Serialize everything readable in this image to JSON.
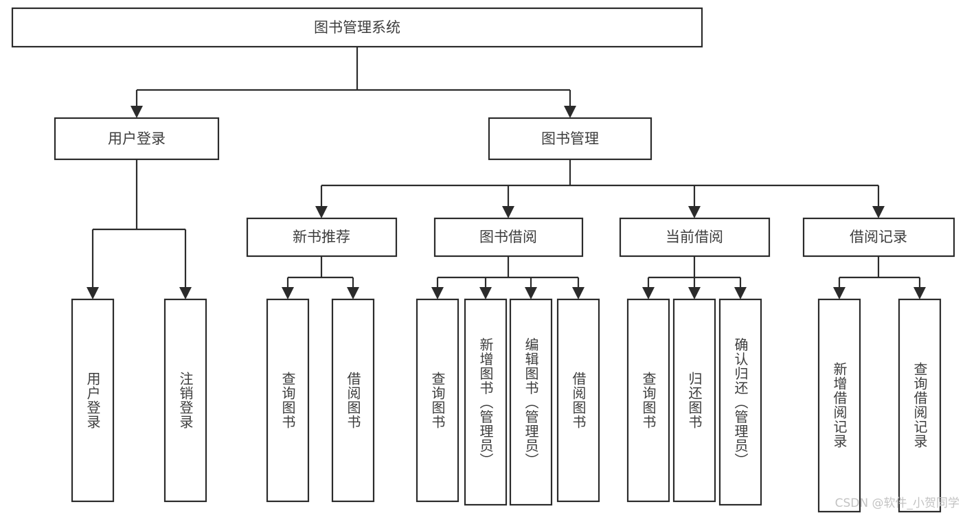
{
  "diagram": {
    "type": "tree",
    "title": "图书管理系统",
    "orientation": "top-down",
    "colors": {
      "background": "#ffffff",
      "box_fill": "#ffffff",
      "box_stroke": "#2b2b2b",
      "text": "#3d3d3d",
      "watermark": "#c3c3c3"
    },
    "levels": {
      "level0_label": "图书管理系统",
      "level1_labels": [
        "用户登录",
        "图书管理"
      ],
      "level2_labels": [
        "新书推荐",
        "图书借阅",
        "当前借阅",
        "借阅记录"
      ]
    }
  },
  "nodes": {
    "root": {
      "id": "root",
      "label": "图书管理系统",
      "level": 0,
      "orientation": "horizontal"
    },
    "level1": [
      {
        "id": "user-login",
        "label": "用户登录",
        "level": 1,
        "orientation": "horizontal"
      },
      {
        "id": "book-management",
        "label": "图书管理",
        "level": 1,
        "orientation": "horizontal"
      }
    ],
    "level2": [
      {
        "id": "new-book-recommend",
        "label": "新书推荐",
        "level": 2,
        "orientation": "horizontal",
        "parent": "book-management"
      },
      {
        "id": "book-borrow",
        "label": "图书借阅",
        "level": 2,
        "orientation": "horizontal",
        "parent": "book-management"
      },
      {
        "id": "current-borrow",
        "label": "当前借阅",
        "level": 2,
        "orientation": "horizontal",
        "parent": "book-management"
      },
      {
        "id": "borrow-record",
        "label": "借阅记录",
        "level": 2,
        "orientation": "horizontal",
        "parent": "book-management"
      }
    ],
    "leaves": [
      {
        "id": "leaf-user-login",
        "label": "用户登录",
        "parent": "user-login",
        "orientation": "vertical"
      },
      {
        "id": "leaf-logout-login",
        "label": "注销登录",
        "parent": "user-login",
        "orientation": "vertical"
      },
      {
        "id": "leaf-query-book-1",
        "label": "查询图书",
        "parent": "new-book-recommend",
        "orientation": "vertical"
      },
      {
        "id": "leaf-borrow-book-1",
        "label": "借阅图书",
        "parent": "new-book-recommend",
        "orientation": "vertical"
      },
      {
        "id": "leaf-query-book-2",
        "label": "查询图书",
        "parent": "book-borrow",
        "orientation": "vertical"
      },
      {
        "id": "leaf-add-book",
        "label": "新增图书（管理员）",
        "parent": "book-borrow",
        "orientation": "vertical"
      },
      {
        "id": "leaf-edit-book",
        "label": "编辑图书（管理员）",
        "parent": "book-borrow",
        "orientation": "vertical"
      },
      {
        "id": "leaf-borrow-book-2",
        "label": "借阅图书",
        "parent": "book-borrow",
        "orientation": "vertical"
      },
      {
        "id": "leaf-query-book-3",
        "label": "查询图书",
        "parent": "current-borrow",
        "orientation": "vertical"
      },
      {
        "id": "leaf-return-book",
        "label": "归还图书",
        "parent": "current-borrow",
        "orientation": "vertical"
      },
      {
        "id": "leaf-confirm-return",
        "label": "确认归还（管理员）",
        "parent": "current-borrow",
        "orientation": "vertical"
      },
      {
        "id": "leaf-add-borrow-record",
        "label": "新增借阅记录",
        "parent": "borrow-record",
        "orientation": "vertical"
      },
      {
        "id": "leaf-query-borrow-record",
        "label": "查询借阅记录",
        "parent": "borrow-record",
        "orientation": "vertical"
      }
    ]
  },
  "watermark": {
    "text": "CSDN @软件_小贺同学"
  }
}
